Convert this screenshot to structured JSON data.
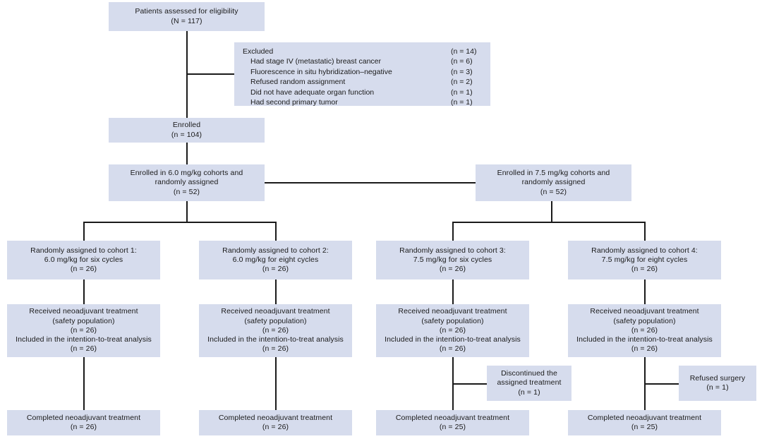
{
  "diagram": {
    "type": "consort-flow-diagram",
    "colors": {
      "box_fill": "#d6dced",
      "text": "#1a1a1a",
      "connector": "#1a1a1a",
      "background": "#ffffff"
    },
    "nodes": {
      "assessed": {
        "line1": "Patients assessed for eligibility",
        "line2": "(N = 117)"
      },
      "excluded": {
        "title": "Excluded",
        "title_n": "(n = 14)",
        "reasons": [
          {
            "label": "Had stage IV (metastatic) breast cancer",
            "n": "(n = 6)"
          },
          {
            "label": "Fluorescence in situ hybridization–negative",
            "n": "(n = 3)"
          },
          {
            "label": "Refused random assignment",
            "n": "(n = 2)"
          },
          {
            "label": "Did not have adequate organ function",
            "n": "(n = 1)"
          },
          {
            "label": "Had second primary tumor",
            "n": "(n = 1)"
          }
        ]
      },
      "enrolled": {
        "line1": "Enrolled",
        "line2": "(n = 104)"
      },
      "arm_60": {
        "line1": "Enrolled in 6.0 mg/kg cohorts and",
        "line2": "randomly assigned",
        "line3": "(n = 52)"
      },
      "arm_75": {
        "line1": "Enrolled in 7.5 mg/kg cohorts and",
        "line2": "randomly assigned",
        "line3": "(n = 52)"
      },
      "cohort1_assign": {
        "line1": "Randomly assigned to cohort 1:",
        "line2": "6.0 mg/kg for six cycles",
        "line3": "(n = 26)"
      },
      "cohort2_assign": {
        "line1": "Randomly assigned to cohort 2:",
        "line2": "6.0 mg/kg for eight cycles",
        "line3": "(n = 26)"
      },
      "cohort3_assign": {
        "line1": "Randomly assigned to cohort 3:",
        "line2": "7.5 mg/kg for six cycles",
        "line3": "(n = 26)"
      },
      "cohort4_assign": {
        "line1": "Randomly assigned to cohort 4:",
        "line2": "7.5 mg/kg for eight cycles",
        "line3": "(n = 26)"
      },
      "cohort1_received": {
        "line1": "Received neoadjuvant treatment",
        "line2": "(safety population)",
        "line3": "(n = 26)",
        "line4": "Included in the intention-to-treat analysis",
        "line5": "(n = 26)"
      },
      "cohort2_received": {
        "line1": "Received neoadjuvant treatment",
        "line2": "(safety population)",
        "line3": "(n = 26)",
        "line4": "Included in the intention-to-treat analysis",
        "line5": "(n = 26)"
      },
      "cohort3_received": {
        "line1": "Received neoadjuvant treatment",
        "line2": "(safety population)",
        "line3": "(n = 26)",
        "line4": "Included in the intention-to-treat analysis",
        "line5": "(n = 26)"
      },
      "cohort4_received": {
        "line1": "Received neoadjuvant treatment",
        "line2": "(safety population)",
        "line3": "(n = 26)",
        "line4": "Included in the intention-to-treat analysis",
        "line5": "(n = 26)"
      },
      "cohort3_dropout": {
        "line1": "Discontinued the",
        "line2": "assigned treatment",
        "line3": "(n = 1)"
      },
      "cohort4_dropout": {
        "line1": "Refused surgery",
        "line2": "(n = 1)"
      },
      "cohort1_completed": {
        "line1": "Completed neoadjuvant treatment",
        "line2": "(n = 26)"
      },
      "cohort2_completed": {
        "line1": "Completed neoadjuvant treatment",
        "line2": "(n = 26)"
      },
      "cohort3_completed": {
        "line1": "Completed neoadjuvant treatment",
        "line2": "(n = 25)"
      },
      "cohort4_completed": {
        "line1": "Completed neoadjuvant treatment",
        "line2": "(n = 25)"
      }
    }
  }
}
